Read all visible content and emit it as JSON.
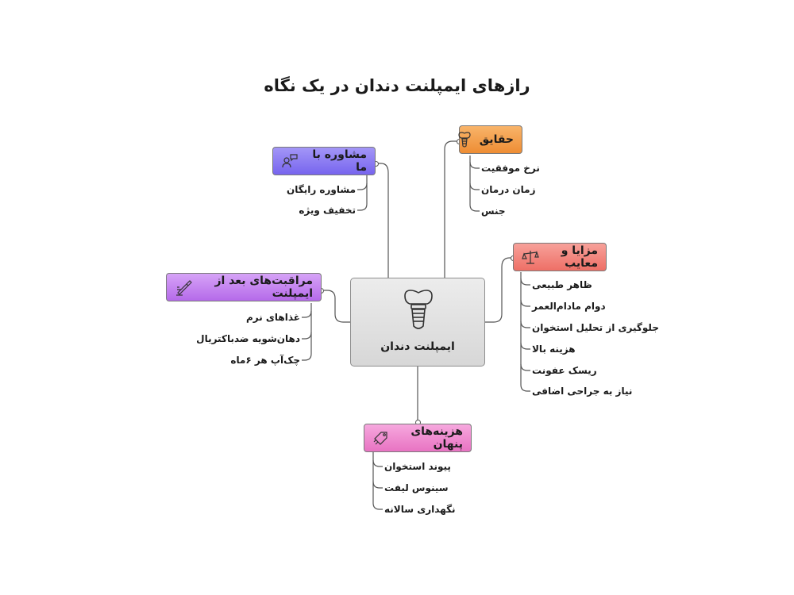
{
  "title": "رازهای ایمپلنت دندان در یک نگاه",
  "center": {
    "label": "ایمپلنت دندان",
    "icon": "dental-implant-icon"
  },
  "branches": [
    {
      "id": "haghayegh",
      "label": "حقایق",
      "icon": "dental-implant-icon",
      "color": "#f5a04a",
      "items": [
        "نرخ موفقیت",
        "زمان درمان",
        "جنس"
      ]
    },
    {
      "id": "moshavere",
      "label": "مشاوره با ما",
      "icon": "consultant-icon",
      "color": "#8b7cf2",
      "items": [
        "مشاوره رایگان",
        "تخفیف ویژه"
      ]
    },
    {
      "id": "mazaya",
      "label": "مزایا و معایب",
      "icon": "scale-icon",
      "color": "#f2877f",
      "items": [
        "ظاهر طبیعی",
        "دوام مادام‌العمر",
        "جلوگیری از تحلیل استخوان",
        "هزینه بالا",
        "ریسک عفونت",
        "نیاز به جراحی اضافی"
      ]
    },
    {
      "id": "moraghebat",
      "label": "مراقبت‌های بعد از ایمپلنت",
      "icon": "brush-icon",
      "color": "#c98af0",
      "items": [
        "غذاهای نرم",
        "دهان‌شویه ضدباکتریال",
        "چک‌آپ هر ۶ماه"
      ]
    },
    {
      "id": "hazine",
      "label": "هزینه‌های پنهان",
      "icon": "money-tag-icon",
      "color": "#f08ed0",
      "items": [
        "پیوند استخوان",
        "سینوس لیفت",
        "نگهداری سالانه"
      ]
    }
  ]
}
